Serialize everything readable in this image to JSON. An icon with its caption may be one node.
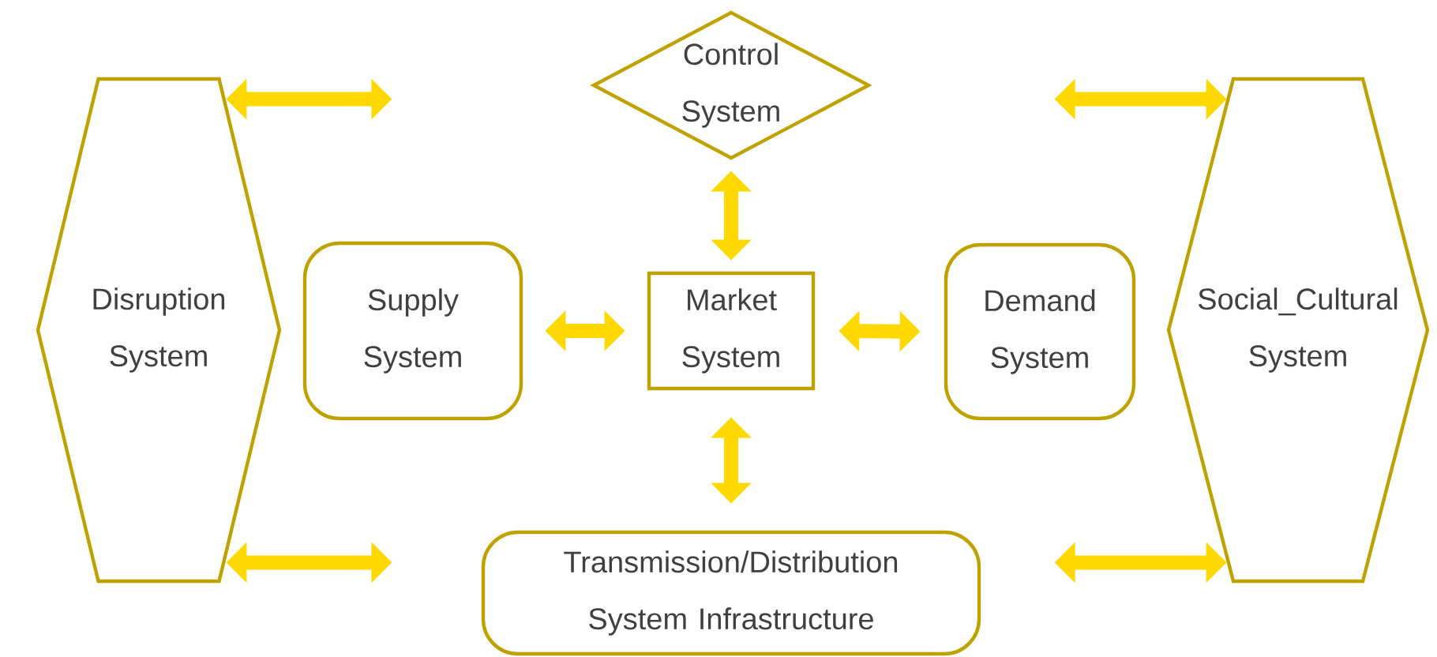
{
  "diagram": {
    "nodes": [
      {
        "text": [
          "Control System"
        ]
      },
      {
        "text": [
          "Disruption System"
        ]
      },
      {
        "text": [
          "Supply System"
        ]
      },
      {
        "text": [
          "Market System"
        ]
      },
      {
        "text": [
          "Demand System"
        ]
      },
      {
        "text": [
          "Social_Cultural System"
        ]
      },
      {
        "text": [
          "Transmission/Distribution System Infrastructure"
        ]
      }
    ],
    "edges": [
      {
        "from": 0,
        "to": 3,
        "arrow": "both"
      },
      {
        "from": 2,
        "to": 3,
        "arrow": "both"
      },
      {
        "from": 3,
        "to": 4,
        "arrow": "both"
      },
      {
        "from": 3,
        "to": 6,
        "arrow": "both"
      },
      {
        "from": 1,
        "to": null,
        "arrow": "both"
      },
      {
        "from": 1,
        "to": null,
        "arrow": "both"
      },
      {
        "from": null,
        "to": 5,
        "arrow": "both"
      },
      {
        "from": null,
        "to": 5,
        "arrow": "both"
      }
    ]
  }
}
